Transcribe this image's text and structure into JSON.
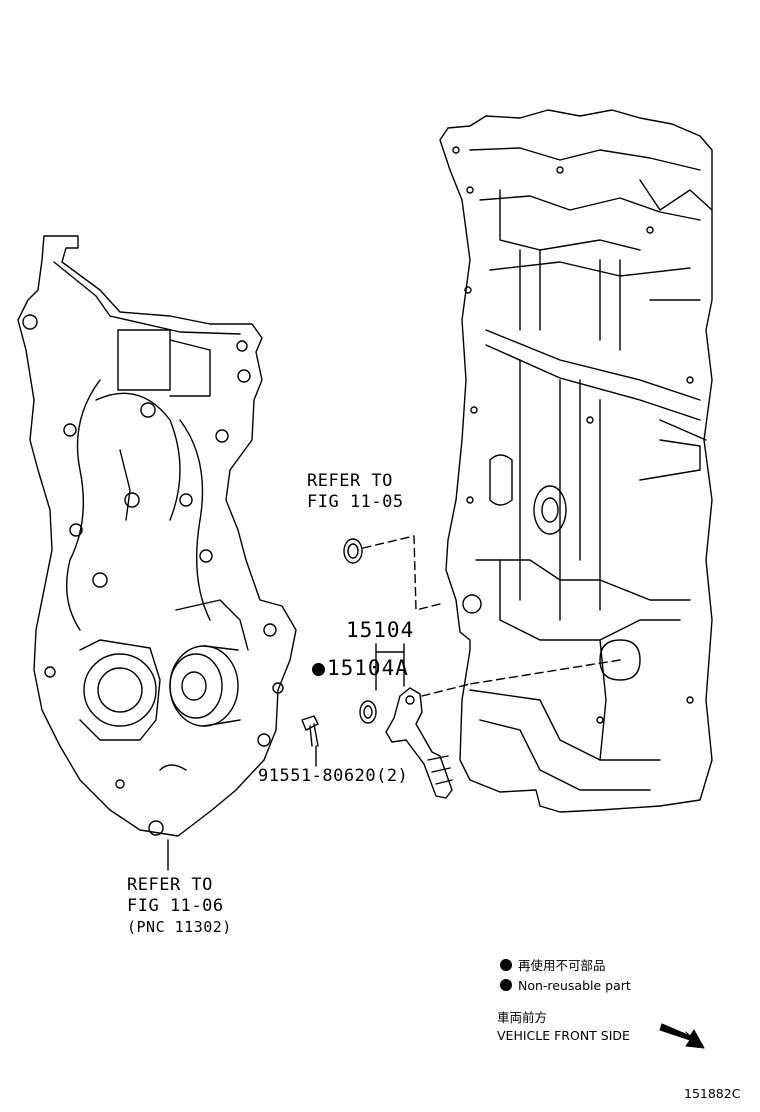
{
  "labels": {
    "refer_top_line1": "REFER TO",
    "refer_top_line2": "FIG 11-05",
    "part_15104": "15104",
    "part_15104a": "15104A",
    "part_bolt": "91551-80620(2)",
    "refer_bottom_line1": "REFER TO",
    "refer_bottom_line2": "FIG 11-06",
    "refer_bottom_line3": "(PNC 11302)"
  },
  "legend": {
    "nonreusable_jp": "再使用不可部品",
    "nonreusable_en": "Non-reusable part",
    "front_jp": "車両前方",
    "front_en": "VEHICLE FRONT SIDE"
  },
  "figure_id": "151882C",
  "icons": [
    "nonreusable-dot-icon",
    "front-arrow-icon"
  ]
}
